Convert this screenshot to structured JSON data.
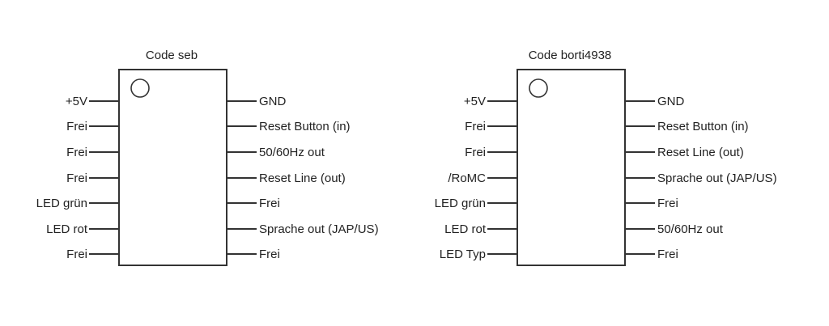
{
  "chips": [
    {
      "title": "Code seb",
      "left_pins": [
        "+5V",
        "Frei",
        "Frei",
        "Frei",
        "LED grün",
        "LED rot",
        "Frei"
      ],
      "right_pins": [
        "GND",
        "Reset Button (in)",
        "50/60Hz out",
        "Reset Line (out)",
        "Frei",
        "Sprache out (JAP/US)",
        "Frei"
      ]
    },
    {
      "title": "Code borti4938",
      "left_pins": [
        "+5V",
        "Frei",
        "Frei",
        "/RoMC",
        "LED grün",
        "LED rot",
        "LED Typ"
      ],
      "right_pins": [
        "GND",
        "Reset Button (in)",
        "Reset Line (out)",
        "Sprache out (JAP/US)",
        "Frei",
        "50/60Hz out",
        "Frei"
      ]
    }
  ]
}
